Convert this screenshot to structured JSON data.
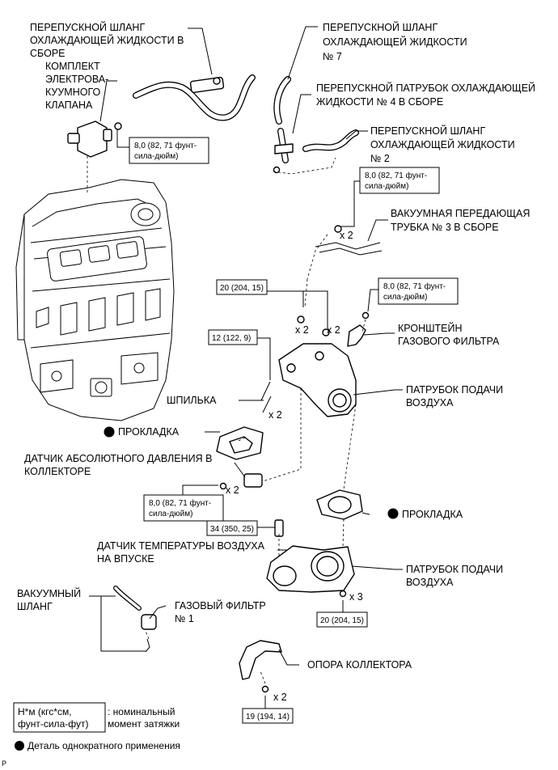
{
  "labels": {
    "bypass_hose_assy": [
      "ПЕРЕПУСКНОЙ ШЛАНГ",
      "ОХЛАЖДАЮЩЕЙ ЖИДКОСТИ В",
      "СБОРЕ"
    ],
    "vsv_assy": [
      "КОМПЛЕКТ",
      "ЭЛЕКТРОВА-",
      "КУУМНОГО",
      "КЛАПАНА"
    ],
    "bypass_hose_7": [
      "ПЕРЕПУСКНОЙ ШЛАНГ",
      "ОХЛАЖДАЮЩЕЙ ЖИДКОСТИ",
      "№ 7"
    ],
    "bypass_pipe_4": [
      "ПЕРЕПУСКНОЙ ПАТРУБОК ОХЛАЖДАЮЩЕЙ",
      "ЖИДКОСТИ № 4 В СБОРЕ"
    ],
    "bypass_hose_2": [
      "ПЕРЕПУСКНОЙ ШЛАНГ",
      "ОХЛАЖДАЮЩЕЙ ЖИДКОСТИ",
      "№ 2"
    ],
    "vacuum_pipe_3": [
      "ВАКУУМНАЯ ПЕРЕДАЮЩАЯ",
      "ТРУБКА № 3 В СБОРЕ"
    ],
    "gas_filter_bracket": [
      "КРОНШТЕЙН",
      "ГАЗОВОГО ФИЛЬТРА"
    ],
    "stud": "ШПИЛЬКА",
    "gasket_1": "ПРОКЛАДКА",
    "intake_air_connector_1": [
      "ПАТРУБОК ПОДАЧИ",
      "ВОЗДУХА"
    ],
    "map_sensor": [
      "ДАТЧИК АБСОЛЮТНОГО ДАВЛЕНИЯ В",
      "КОЛЛЕКТОРЕ"
    ],
    "gasket_2": "ПРОКЛАДКА",
    "iat_sensor": [
      "ДАТЧИК ТЕМПЕРАТУРЫ ВОЗДУХА",
      "НА ВПУСКЕ"
    ],
    "intake_air_connector_2": [
      "ПАТРУБОК ПОДАЧИ",
      "ВОЗДУХА"
    ],
    "vacuum_hose": [
      "ВАКУУМНЫЙ",
      "ШЛАНГ"
    ],
    "gas_filter_1": [
      "ГАЗОВЫЙ ФИЛЬТР",
      "№ 1"
    ],
    "manifold_stay": "ОПОРА КОЛЛЕКТОРА"
  },
  "torques": {
    "vsv": [
      "8,0 (82, 71 фунт-",
      "сила-дюйм)"
    ],
    "bypass_pipe": [
      "8,0 (82, 71 фунт-",
      "сила-дюйм)"
    ],
    "connector_bolts": "20 (204, 15)",
    "bracket": [
      "8,0 (82, 71 фунт-",
      "сила-дюйм)"
    ],
    "stud": "12 (122, 9)",
    "map_sensor": [
      "8,0 (82, 71 фунт-",
      "сила-дюйм)"
    ],
    "iat_sensor": "34 (350, 25)",
    "lower_bolts": "20 (204, 15)",
    "stay": "19 (194, 14)"
  },
  "quantities": {
    "vac_pipe": "x 2",
    "connector_left": "x 2",
    "connector_right": "x 2",
    "stud": "x 2",
    "map": "x 2",
    "lower": "x 3",
    "stay": "x 2"
  },
  "legend": {
    "torque_unit": [
      "Н*м (кгс*см,",
      "фунт-сила-фут)"
    ],
    "torque_desc": [
      ": номинальный",
      "момент затяжки"
    ],
    "single_use": "Деталь однократного применения"
  },
  "corner_mark": "P"
}
